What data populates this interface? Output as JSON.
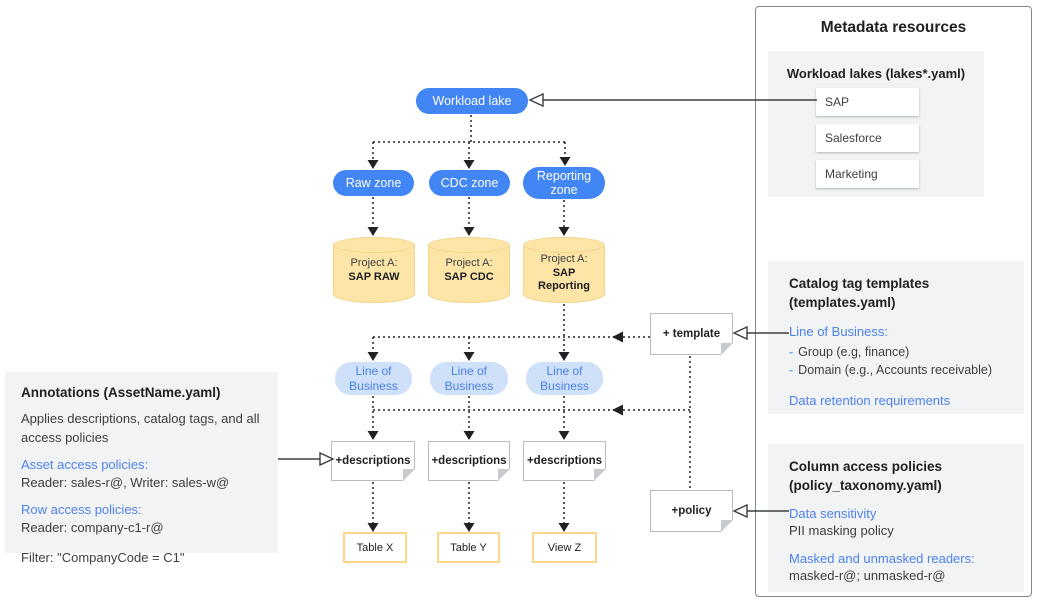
{
  "diagram": {
    "workload_lake": "Workload lake",
    "zones": [
      "Raw zone",
      "CDC zone",
      "Reporting zone"
    ],
    "projects": [
      {
        "prefix": "Project A:",
        "name": "SAP RAW"
      },
      {
        "prefix": "Project A:",
        "name": "SAP CDC"
      },
      {
        "prefix": "Project A:",
        "name": "SAP Reporting"
      }
    ],
    "lob_label": "Line of Business",
    "descriptions_label": "+descriptions",
    "template_note": "+ template",
    "policy_note": "+policy",
    "outputs": [
      "Table X",
      "Table Y",
      "View Z"
    ]
  },
  "annotations_panel": {
    "title": "Annotations (AssetName.yaml)",
    "body": "Applies descriptions, catalog tags, and all access policies",
    "asset_heading": "Asset access policies:",
    "asset_text": "Reader: sales-r@, Writer: sales-w@",
    "row_heading": "Row access policies:",
    "row_text": "Reader: company-c1-r@",
    "filter_text": "Filter: \"CompanyCode = C1\""
  },
  "metadata_panel": {
    "title": "Metadata resources",
    "workload_lakes": {
      "heading": "Workload lakes (lakes*.yaml)",
      "items": [
        "SAP",
        "Salesforce",
        "Marketing"
      ]
    },
    "catalog_templates": {
      "heading": "Catalog tag templates (templates.yaml)",
      "lob_heading": "Line of Business:",
      "dash": "-",
      "bullets": [
        "Group (e.g, finance)",
        "Domain (e.g., Accounts receivable)"
      ],
      "retention_heading": "Data retention requirements"
    },
    "column_policies": {
      "heading": "Column access policies (policy_taxonomy.yaml)",
      "sensitivity_heading": "Data sensitivity",
      "sensitivity_text": "PII masking policy",
      "readers_heading": "Masked and unmasked readers:",
      "readers_text": "masked-r@; unmasked-r@"
    }
  },
  "colors": {
    "node_blue": "#4285f4",
    "lob_bg": "#cfe0f9",
    "lob_text": "#4a7fe8",
    "cylinder_fill": "#fce5a6",
    "cylinder_border": "#f0d48c",
    "output_border": "#fbd787",
    "panel_gray": "#f1f3f4",
    "link_blue": "#4d82ec",
    "line_dark": "#202124"
  }
}
